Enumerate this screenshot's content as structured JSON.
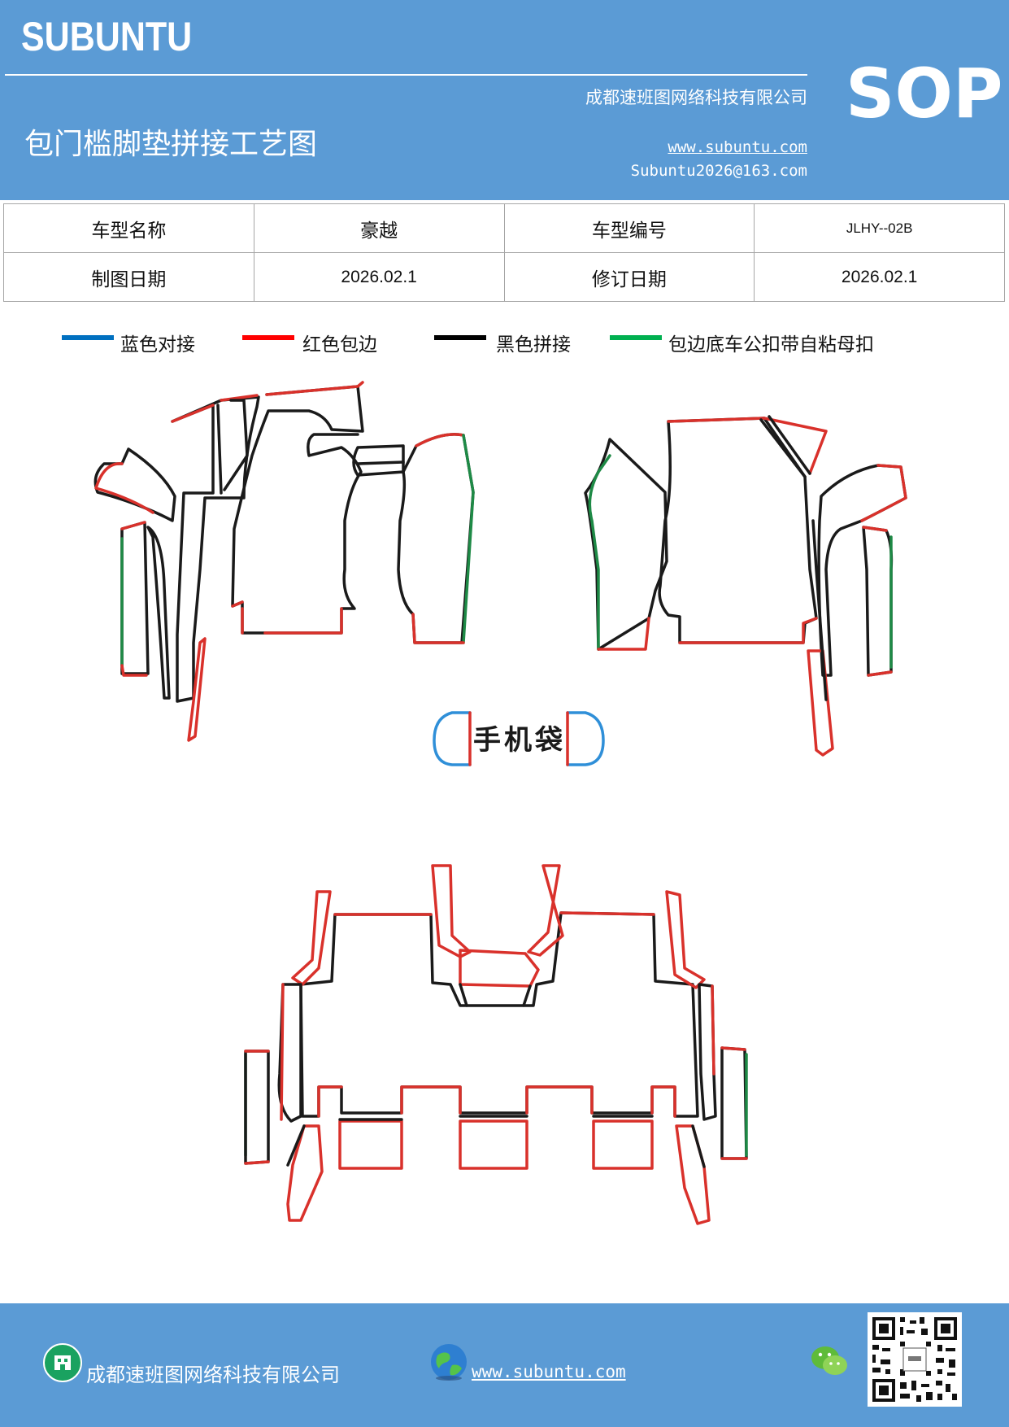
{
  "header": {
    "brand": "SUBUNTU",
    "sop": "SOP",
    "company": "成都速班图网络科技有限公司",
    "title": "包门槛脚垫拼接工艺图",
    "website": "www.subuntu.com",
    "email": "Subuntu2026@163.com"
  },
  "info_table": {
    "row1": {
      "label1": "车型名称",
      "value1": "豪越",
      "label2": "车型编号",
      "value2": "JLHY--02B"
    },
    "row2": {
      "label1": "制图日期",
      "value1": "2026.02.1",
      "label2": "修订日期",
      "value2": "2026.02.1"
    }
  },
  "legend": [
    {
      "label": "蓝色对接",
      "color": "#0070c0"
    },
    {
      "label": "红色包边",
      "color": "#ff0000"
    },
    {
      "label": "黑色拼接",
      "color": "#000000"
    },
    {
      "label": "包边底车公扣带自粘母扣",
      "color": "#00b050"
    }
  ],
  "diagram": {
    "phone_pocket_label": "手机袋",
    "stroke_colors": {
      "red": "#d9312b",
      "black": "#1a1a1a",
      "green": "#1e8a46",
      "blue": "#2f8fd8"
    }
  },
  "footer": {
    "company": "成都速班图网络科技有限公司",
    "website": "www.subuntu.com",
    "icons": [
      "building-icon",
      "globe-icon",
      "wechat-icon",
      "qr-code"
    ]
  }
}
